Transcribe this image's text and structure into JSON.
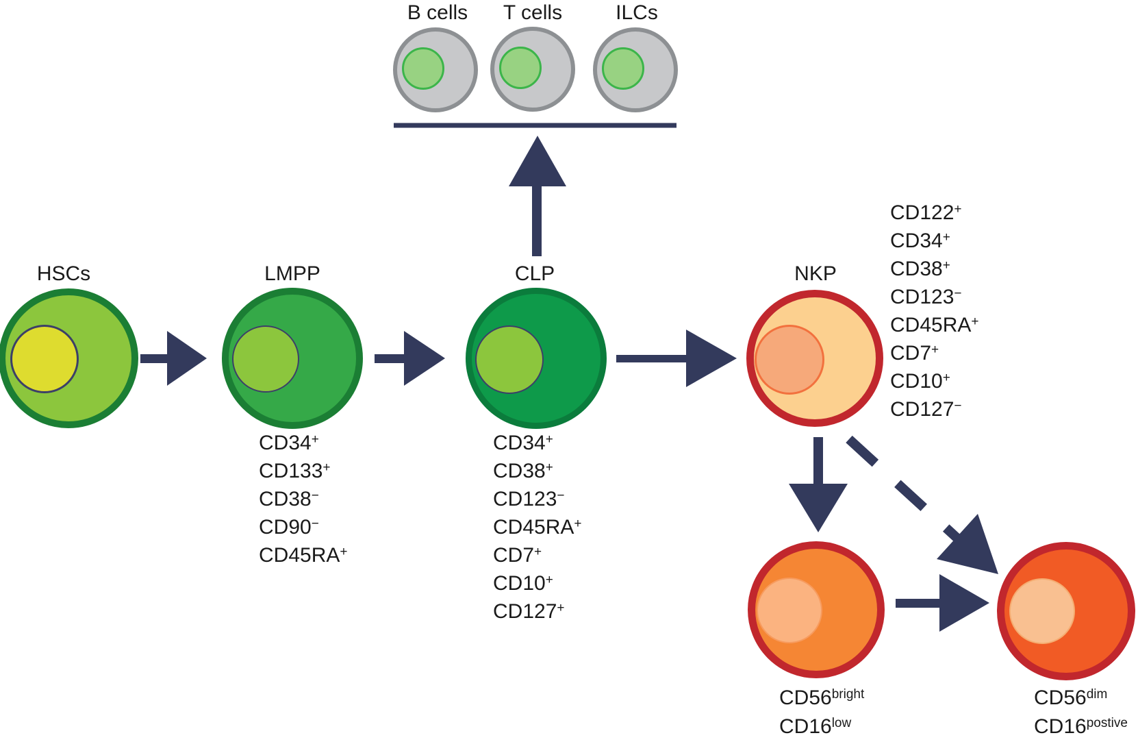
{
  "colors": {
    "arrow": "#333A5C",
    "text": "#1A1A1A",
    "green_border": "#1B7E34",
    "hsc_fill": "#8CC63D",
    "hsc_nucleus": "#DEDC2F",
    "nucleus_border": "#3C3F68",
    "lmpp_fill": "#35A948",
    "lmpp_nucleus": "#8CC63D",
    "clp_border": "#0B7C3C",
    "clp_fill": "#0E9A4A",
    "clp_nucleus": "#8CC63D",
    "red_border": "#C1272D",
    "nkp_fill": "#FCD08F",
    "nkp_nucleus": "#F6A97A",
    "nkp_nucleus_border": "#F2713E",
    "bright_fill": "#F58634",
    "bright_nucleus": "#FBB380",
    "bright_nucleus_border": "#F79B5E",
    "dim_fill": "#F15B25",
    "dim_nucleus": "#F9C091",
    "dim_nucleus_border": "#F5AD72",
    "gray_border": "#8D9093",
    "gray_fill": "#C7C8CA",
    "gray_nucleus": "#98D282",
    "gray_nucleus_border": "#3CB54A"
  },
  "cells": {
    "hsc": {
      "label": "HSCs"
    },
    "lmpp": {
      "label": "LMPP",
      "markers": [
        {
          "b": "CD34",
          "s": "+"
        },
        {
          "b": "CD133",
          "s": "+"
        },
        {
          "b": "CD38",
          "s": "−"
        },
        {
          "b": "CD90",
          "s": "−"
        },
        {
          "b": "CD45RA",
          "s": "+"
        }
      ]
    },
    "clp": {
      "label": "CLP",
      "markers": [
        {
          "b": "CD34",
          "s": "+"
        },
        {
          "b": "CD38",
          "s": "+"
        },
        {
          "b": "CD123",
          "s": "−"
        },
        {
          "b": "CD45RA",
          "s": "+"
        },
        {
          "b": "CD7",
          "s": "+"
        },
        {
          "b": "CD10",
          "s": "+"
        },
        {
          "b": "CD127",
          "s": "+"
        }
      ]
    },
    "nkp": {
      "label": "NKP",
      "markers": [
        {
          "b": "CD122",
          "s": "+"
        },
        {
          "b": "CD34",
          "s": "+"
        },
        {
          "b": "CD38",
          "s": "+"
        },
        {
          "b": "CD123",
          "s": "−"
        },
        {
          "b": "CD45RA",
          "s": "+"
        },
        {
          "b": "CD7",
          "s": "+"
        },
        {
          "b": "CD10",
          "s": "+"
        },
        {
          "b": "CD127",
          "s": "−"
        }
      ]
    },
    "b_cells": {
      "label": "B cells"
    },
    "t_cells": {
      "label": "T cells"
    },
    "ilcs": {
      "label": "ILCs"
    },
    "nk_bright": {
      "markers": [
        {
          "b": "CD56",
          "s": "bright"
        },
        {
          "b": "CD16",
          "s": "low"
        }
      ]
    },
    "nk_dim": {
      "markers": [
        {
          "b": "CD56",
          "s": "dim"
        },
        {
          "b": "CD16",
          "s": "postive"
        }
      ]
    }
  }
}
